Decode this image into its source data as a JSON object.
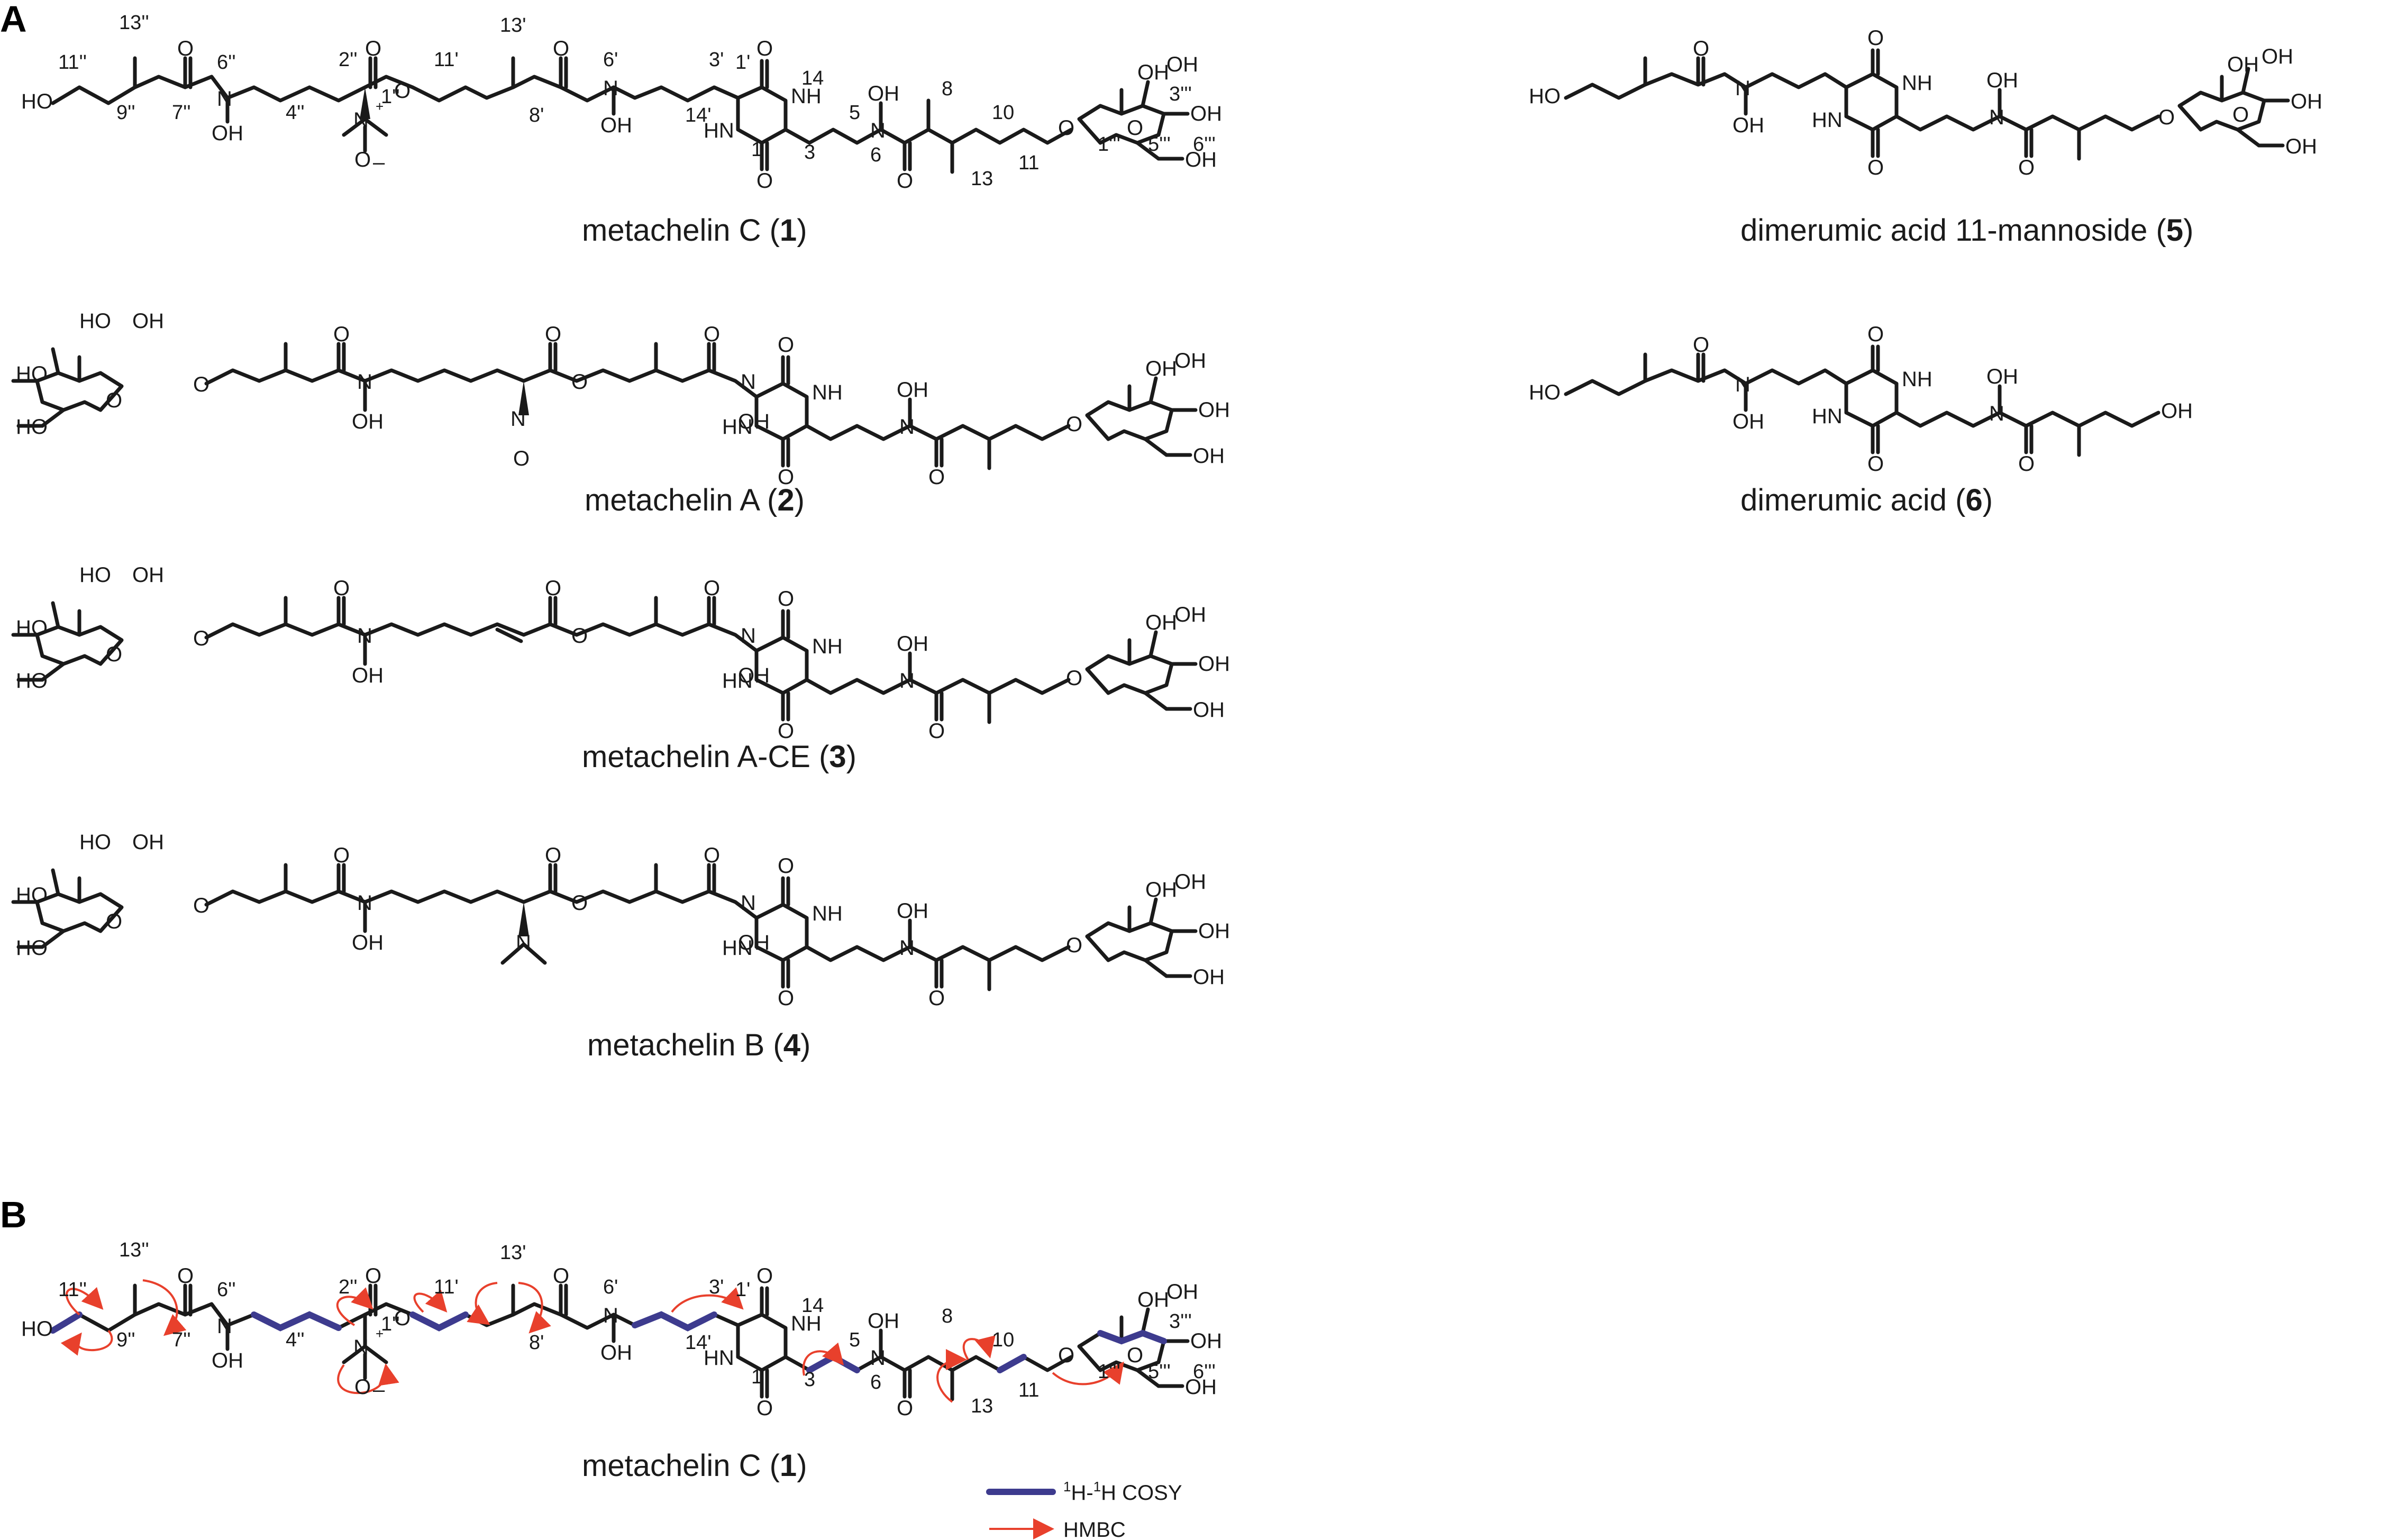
{
  "panels": {
    "a": "A",
    "b": "B"
  },
  "compounds": [
    {
      "prefix": "metachelin C (",
      "number": "1",
      "suffix": ")"
    },
    {
      "prefix": "metachelin A (",
      "number": "2",
      "suffix": ")"
    },
    {
      "prefix": "metachelin A-CE (",
      "number": "3",
      "suffix": ")"
    },
    {
      "prefix": "metachelin B (",
      "number": "4",
      "suffix": ")"
    },
    {
      "prefix": "dimerumic acid 11-mannoside (",
      "number": "5",
      "suffix": ")"
    },
    {
      "prefix": "dimerumic acid (",
      "number": "6",
      "suffix": ")"
    }
  ],
  "panel_b_caption": {
    "prefix": "metachelin C (",
    "number": "1",
    "suffix": ")"
  },
  "atoms": {
    "OH": "OH",
    "HO": "HO",
    "O": "O",
    "N": "N",
    "NH": "NH",
    "HN": "HN",
    "O_minus": "O",
    "minus": "–",
    "plus": "+"
  },
  "locants_1": {
    "c11pp": "11''",
    "c13pp": "13''",
    "c9pp": "9''",
    "c7pp": "7''",
    "n6pp": "6''",
    "c4pp": "4''",
    "c2pp": "2''",
    "c1pp": "1''",
    "c11p": "11'",
    "c13p": "13'",
    "c8p": "8'",
    "n6p": "6'",
    "c3p": "3'",
    "c1p": "1'",
    "n14": "14",
    "n14p": "14'",
    "c1": "1",
    "c3": "3",
    "c5": "5",
    "n6": "6",
    "c8": "8",
    "c10": "10",
    "c11": "11",
    "c13": "13",
    "c1ppp": "1'''",
    "c3ppp": "3'''",
    "c5ppp": "5'''",
    "c6ppp": "6'''"
  },
  "legend": {
    "cosy_label": "H-",
    "cosy_sup1": "1",
    "cosy_sup2": "1",
    "cosy_tail": "H COSY",
    "hmbc_label": "HMBC"
  },
  "colors": {
    "cosy": "#3d3b8e",
    "hmbc": "#e8402c",
    "ink": "#1a1a1a"
  }
}
